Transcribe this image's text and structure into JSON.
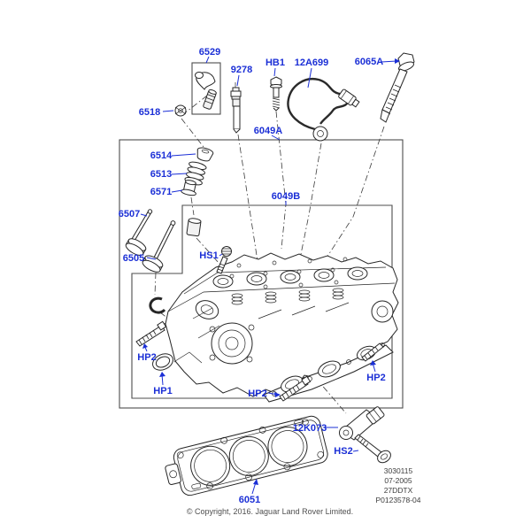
{
  "colors": {
    "callout": "#1b2fd6",
    "drawing_line": "#262626",
    "box_line": "#4d4d4d",
    "reference_text": "#3d3d3d",
    "copyright_text": "#4f4f4f"
  },
  "callouts": [
    {
      "id": "6529",
      "text": "6529"
    },
    {
      "id": "9278",
      "text": "9278"
    },
    {
      "id": "HB1",
      "text": "HB1"
    },
    {
      "id": "12A699",
      "text": "12A699"
    },
    {
      "id": "6065A",
      "text": "6065A"
    },
    {
      "id": "6518",
      "text": "6518"
    },
    {
      "id": "6049A",
      "text": "6049A"
    },
    {
      "id": "6514",
      "text": "6514"
    },
    {
      "id": "6513",
      "text": "6513"
    },
    {
      "id": "6571",
      "text": "6571"
    },
    {
      "id": "6049B",
      "text": "6049B"
    },
    {
      "id": "6507",
      "text": "6507"
    },
    {
      "id": "HS1",
      "text": "HS1"
    },
    {
      "id": "6505",
      "text": "6505"
    },
    {
      "id": "HP2-left",
      "text": "HP2"
    },
    {
      "id": "HP1",
      "text": "HP1"
    },
    {
      "id": "HP2-middle",
      "text": "HP2"
    },
    {
      "id": "HP2-right",
      "text": "HP2"
    },
    {
      "id": "12K073",
      "text": "12K073"
    },
    {
      "id": "HS2",
      "text": "HS2"
    },
    {
      "id": "6051",
      "text": "6051"
    }
  ],
  "reference_block": {
    "lines": [
      "3030115",
      "07-2005",
      "27DDTX",
      "P0123578-04"
    ]
  },
  "footer": {
    "copyright": "© Copyright, 2016. Jaguar Land Rover Limited."
  }
}
